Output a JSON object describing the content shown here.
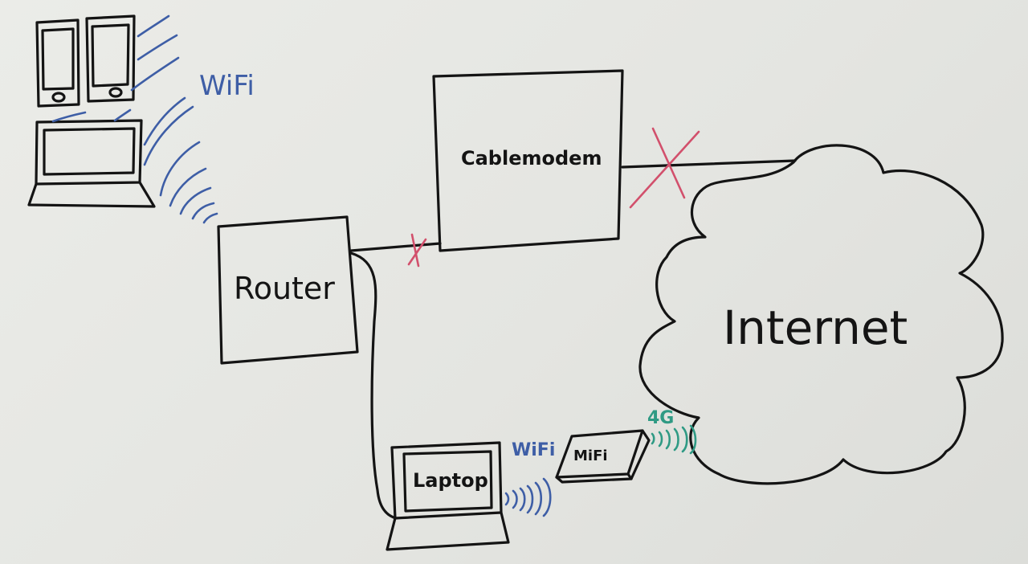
{
  "labels": {
    "router": "Router",
    "cablemodem": "Cablemodem",
    "internet": "Internet",
    "laptop": "Laptop",
    "mifi": "MiFi",
    "wifi_top": "WiFi",
    "wifi_bottom": "WiFi",
    "cell": "4G"
  },
  "colors": {
    "ink": "#141414",
    "wifi_waves": "#3e5ea6",
    "cellular_waves": "#2f9a84",
    "failure_marks": "#d2506c",
    "board": "#e6e7e3"
  },
  "icons": [
    "phone-icon",
    "laptop-icon",
    "wifi-waves",
    "cellular-waves",
    "cross-mark"
  ]
}
